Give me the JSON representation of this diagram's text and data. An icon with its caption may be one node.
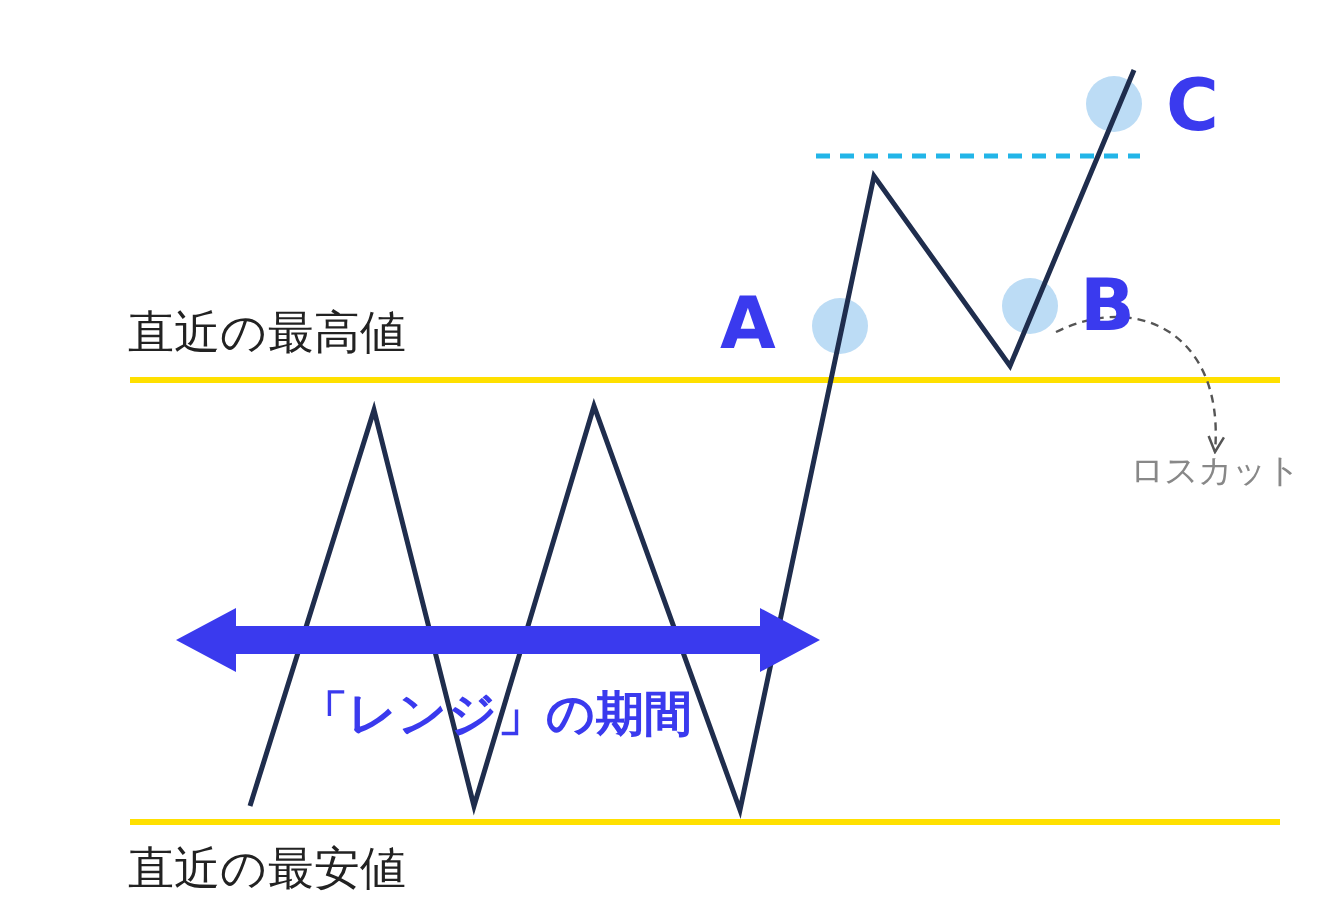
{
  "diagram": {
    "nodes": [
      {
        "text": [
          "B"
        ]
      },
      {
        "text": [
          "ロスカット"
        ]
      }
    ],
    "edges": [
      {
        "from": 0,
        "to": 1,
        "arrow": "to",
        "style": "dashed"
      }
    ],
    "labels": [
      "C",
      "A",
      "直近の最高値",
      "「レンジ」の期間",
      "直近の最安値"
    ]
  }
}
